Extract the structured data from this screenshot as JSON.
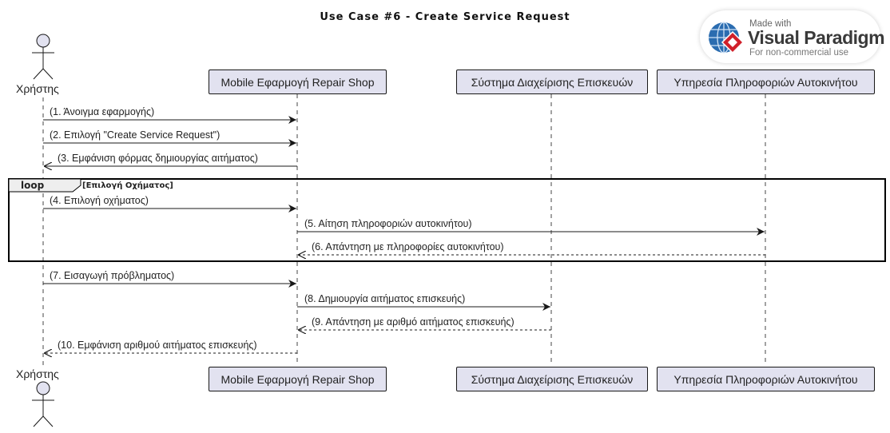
{
  "title": "Use Case #6 - Create Service Request",
  "watermark": {
    "made_with": "Made with",
    "brand": "Visual Paradigm",
    "note": "For non-commercial use"
  },
  "participants": [
    {
      "id": "user",
      "label": "Χρήστης",
      "type": "actor"
    },
    {
      "id": "app",
      "label": "Mobile Εφαρμογή Repair Shop",
      "type": "participant"
    },
    {
      "id": "system",
      "label": "Σύστημα Διαχείρισης Επισκευών",
      "type": "participant"
    },
    {
      "id": "carinfo",
      "label": "Υπηρεσία Πληροφοριών Αυτοκινήτου",
      "type": "participant"
    }
  ],
  "loop": {
    "keyword": "loop",
    "guard": "[Επιλογή Οχήματος]"
  },
  "messages": [
    {
      "from": "user",
      "to": "app",
      "label": "(1. Άνοιγμα εφαρμογής)",
      "dashed": false
    },
    {
      "from": "user",
      "to": "app",
      "label": "(2. Επιλογή \"Create Service Request\")",
      "dashed": false
    },
    {
      "from": "app",
      "to": "user",
      "label": "(3. Εμφάνιση φόρμας δημιουργίας αιτήματος)",
      "dashed": false
    },
    {
      "from": "user",
      "to": "app",
      "label": "(4. Επιλογή οχήματος)",
      "dashed": false
    },
    {
      "from": "app",
      "to": "carinfo",
      "label": "(5. Αίτηση πληροφοριών αυτοκινήτου)",
      "dashed": false
    },
    {
      "from": "carinfo",
      "to": "app",
      "label": "(6. Απάντηση με πληροφορίες αυτοκινήτου)",
      "dashed": true
    },
    {
      "from": "user",
      "to": "app",
      "label": "(7. Εισαγωγή πρόβληματος)",
      "dashed": false
    },
    {
      "from": "app",
      "to": "system",
      "label": "(8. Δημιουργία αιτήματος επισκευής)",
      "dashed": false
    },
    {
      "from": "system",
      "to": "app",
      "label": "(9. Απάντηση με αριθμό αιτήματος επισκευής)",
      "dashed": true
    },
    {
      "from": "app",
      "to": "user",
      "label": "(10. Εμφάνιση αριθμού αιτήματος επισκευής)",
      "dashed": true
    }
  ]
}
